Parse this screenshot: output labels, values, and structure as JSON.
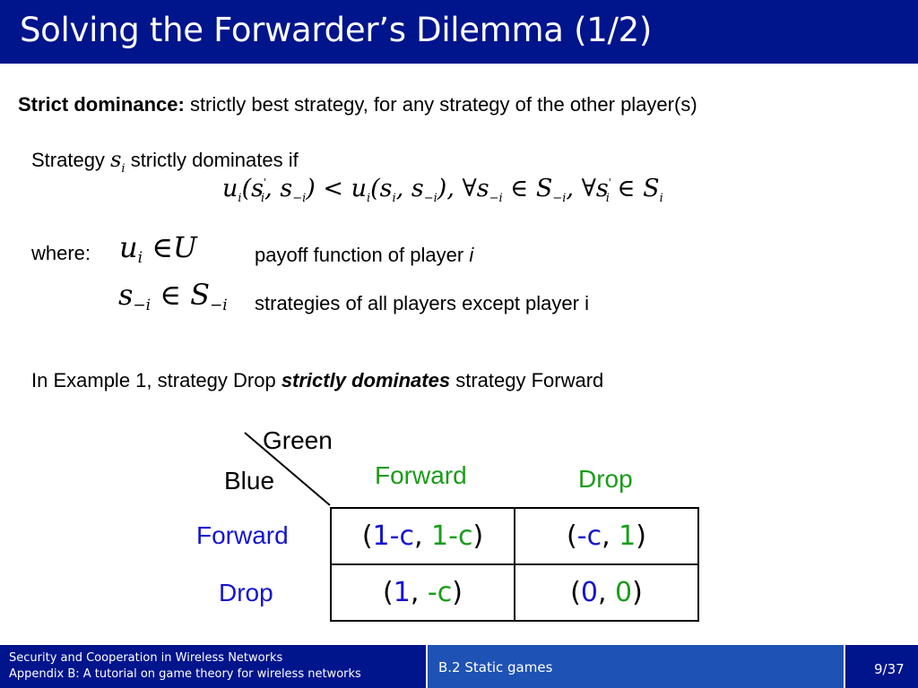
{
  "title": "Solving the Forwarder’s Dilemma (1/2)",
  "definition": {
    "bold": "Strict dominance:",
    "rest": "strictly best strategy, for any strategy of the other player(s)"
  },
  "strategy_line": {
    "before": "Strategy",
    "after": "strictly dominates if"
  },
  "where": {
    "label": "where:",
    "desc1": "payoff function of player",
    "desc1_var": "i",
    "desc2": "strategies of all players except  player i"
  },
  "example": {
    "before": "In Example 1, strategy Drop",
    "emph": "strictly dominates",
    "after": "strategy Forward"
  },
  "matrix": {
    "col_player": "Green",
    "row_player": "Blue",
    "col_labels": [
      "Forward",
      "Drop"
    ],
    "row_labels": [
      "Forward",
      "Drop"
    ],
    "cells": [
      [
        {
          "a": "1-c",
          "b": "1-c"
        },
        {
          "a": "-c",
          "b": "1"
        }
      ],
      [
        {
          "a": "1",
          "b": "-c"
        },
        {
          "a": "0",
          "b": "0"
        }
      ]
    ]
  },
  "footer": {
    "line1": "Security and Cooperation in Wireless Networks",
    "line2": "Appendix B: A tutorial on game theory for wireless networks",
    "section": "B.2 Static games",
    "page": "9/37"
  },
  "colors": {
    "title_bar": "#00148c",
    "footer_mid": "#1e52b4",
    "green_player": "#1a9c1a",
    "blue_player": "#1414d2"
  }
}
